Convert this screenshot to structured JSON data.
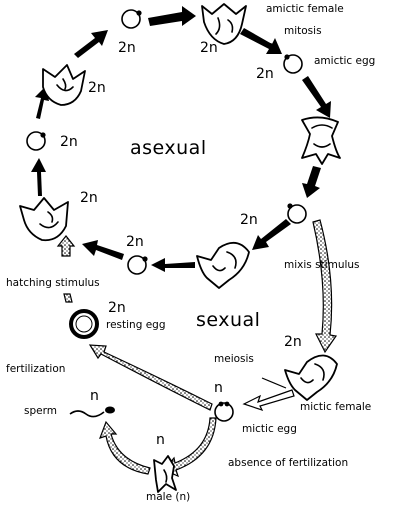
{
  "labels": {
    "asexual": "asexual",
    "sexual": "sexual",
    "amictic_female": "amictic female",
    "mitosis": "mitosis",
    "amictic_egg": "amictic egg",
    "mixis_stimulus": "mixis stimulus",
    "hatching_stimulus": "hatching stimulus",
    "resting_egg": "resting egg",
    "fertilization": "fertilization",
    "meiosis": "meiosis",
    "mictic_female": "mictic female",
    "sperm": "sperm",
    "mictic_egg": "mictic egg",
    "absence_of_fertilization": "absence of fertilization",
    "male": "male (n)"
  },
  "ploidy": {
    "egg_top": "2n",
    "female_top": "2n",
    "amictic_egg": "2n",
    "female_topleft": "2n",
    "egg_left": "2n",
    "female_left": "2n",
    "female_bottom": "2n",
    "egg_bottom": "2n",
    "resting_egg": "2n",
    "mictic_female": "2n",
    "mictic_egg": "n",
    "sperm": "n",
    "male": "n"
  }
}
